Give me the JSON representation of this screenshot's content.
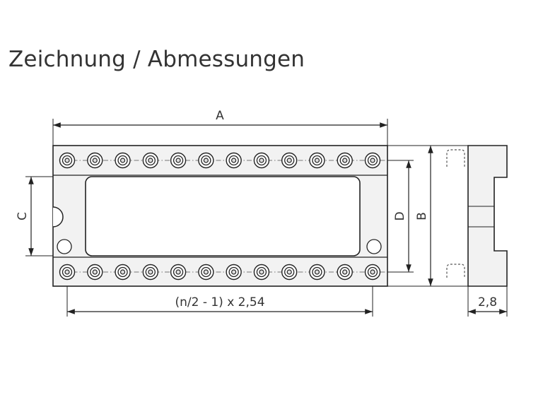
{
  "title": "Zeichnung / Abmessungen",
  "dimensions": {
    "a": "A",
    "b": "B",
    "c": "C",
    "d": "D",
    "pitch": "(n/2 - 1) x 2,54",
    "side_width": "2,8"
  },
  "pins_per_row": 12,
  "colors": {
    "line": "#222222",
    "body": "#f2f2f2",
    "text": "#333333"
  }
}
